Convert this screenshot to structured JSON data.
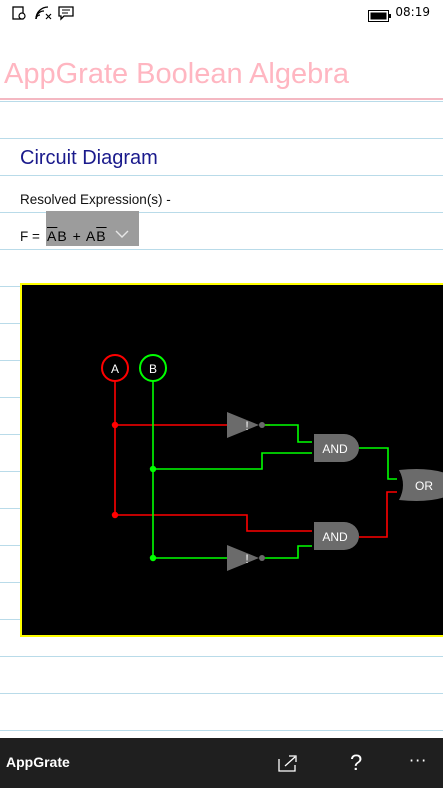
{
  "status_bar": {
    "time": "08:19",
    "icons": [
      "notification-icon",
      "wifi-icon",
      "message-icon",
      "battery-icon"
    ]
  },
  "header": {
    "app_title": "AppGrate Boolean Algebra"
  },
  "main": {
    "section_title": "Circuit Diagram",
    "resolved_label": "Resolved Expression(s) -",
    "f_label": "F = ",
    "expression": {
      "t1a": "A",
      "t1b": "B",
      "plus": "+",
      "t2a": "A",
      "t2b": "B"
    }
  },
  "diagram": {
    "inputs": [
      "A",
      "B"
    ],
    "not_labels": [
      "!",
      "!"
    ],
    "and_labels": [
      "AND",
      "AND"
    ],
    "or_label": "OR",
    "colors": {
      "input_a": "#ff0000",
      "input_b": "#00ff00",
      "gate": "#6b6b6b",
      "border": "#ffff00"
    }
  },
  "app_bar": {
    "title": "AppGrate",
    "actions": [
      "share-icon",
      "help-icon",
      "more-icon"
    ],
    "help_label": "?",
    "more_label": "···"
  }
}
